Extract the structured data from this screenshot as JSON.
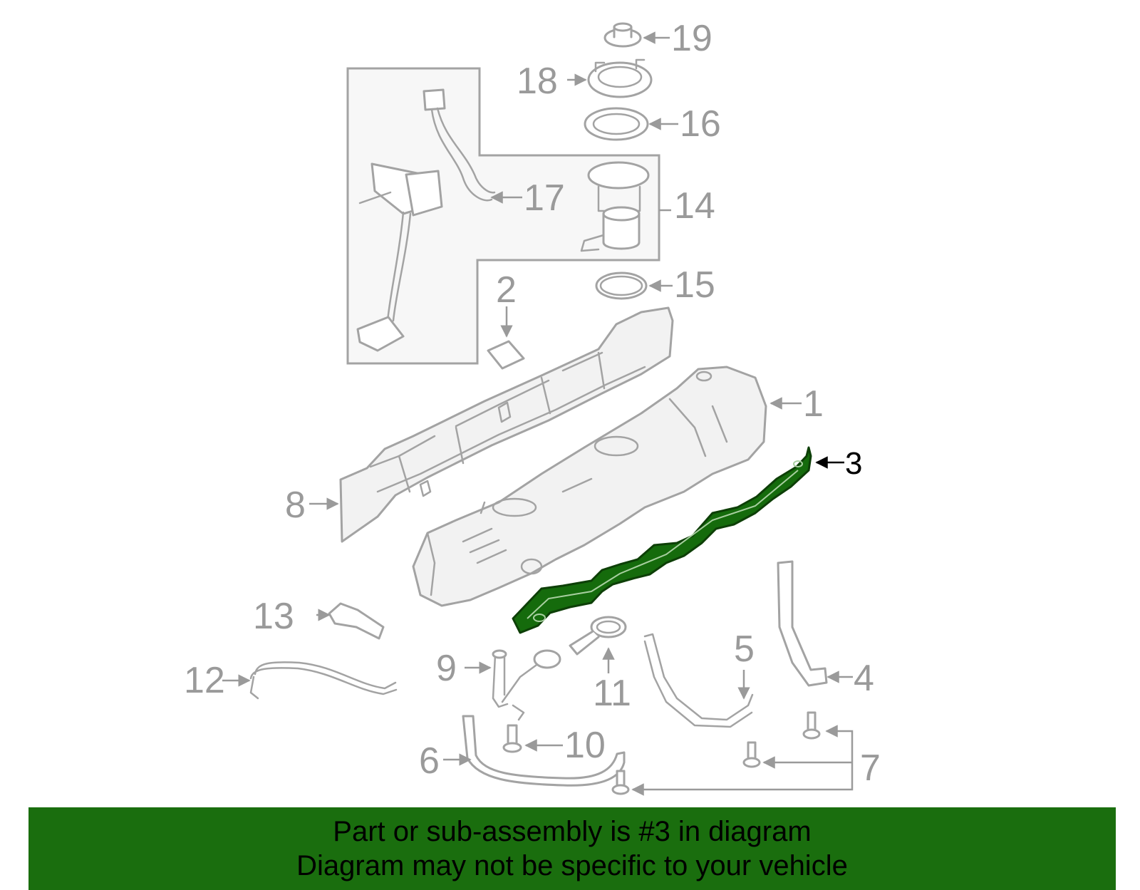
{
  "diagram": {
    "callouts": {
      "c1": "1",
      "c2": "2",
      "c3": "3",
      "c4": "4",
      "c5": "5",
      "c6": "6",
      "c7": "7",
      "c8": "8",
      "c9": "9",
      "c10": "10",
      "c11": "11",
      "c12": "12",
      "c13": "13",
      "c14": "14",
      "c15": "15",
      "c16": "16",
      "c17": "17",
      "c18": "18",
      "c19": "19"
    },
    "highlighted_part": "3",
    "colors": {
      "highlight": "#156b0c",
      "banner": "#1a6e0e",
      "linework": "#a3a3a3"
    }
  },
  "banner": {
    "line1": "Part or sub-assembly is #3 in diagram",
    "line2": "Diagram may not be specific to your vehicle"
  }
}
